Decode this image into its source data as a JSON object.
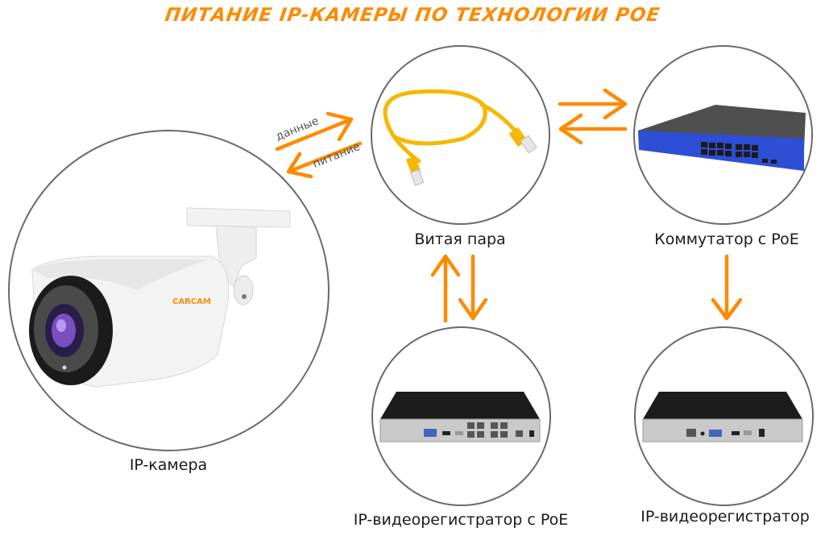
{
  "title": "ПИТАНИЕ IP-КАМЕРЫ ПО ТЕХНОЛОГИИ POE",
  "colors": {
    "accent": "#ff8a00",
    "circle_border": "#6a6a6a",
    "label_text": "#1a1a1a",
    "arrow_caption": "#555555",
    "switch_blue": "#2c4fd6",
    "cable_yellow": "#f5b800",
    "nvr_black": "#1c1c1c",
    "nvr_panel": "#c9c9c9"
  },
  "nodes": {
    "camera": {
      "label": "IP-камера",
      "brand": "CARCAM",
      "icon": "bullet-camera-icon"
    },
    "cable": {
      "label": "Витая пара",
      "icon": "ethernet-cable-icon"
    },
    "switch": {
      "label": "Коммутатор с PoE",
      "icon": "poe-switch-icon"
    },
    "nvr_poe": {
      "label": "IP-видеорегистратор с PoE",
      "icon": "nvr-poe-icon"
    },
    "nvr": {
      "label": "IP-видеорегистратор",
      "icon": "nvr-icon"
    }
  },
  "arrows": {
    "camera_cable": {
      "top_caption": "данные",
      "bottom_caption": "питание"
    }
  }
}
